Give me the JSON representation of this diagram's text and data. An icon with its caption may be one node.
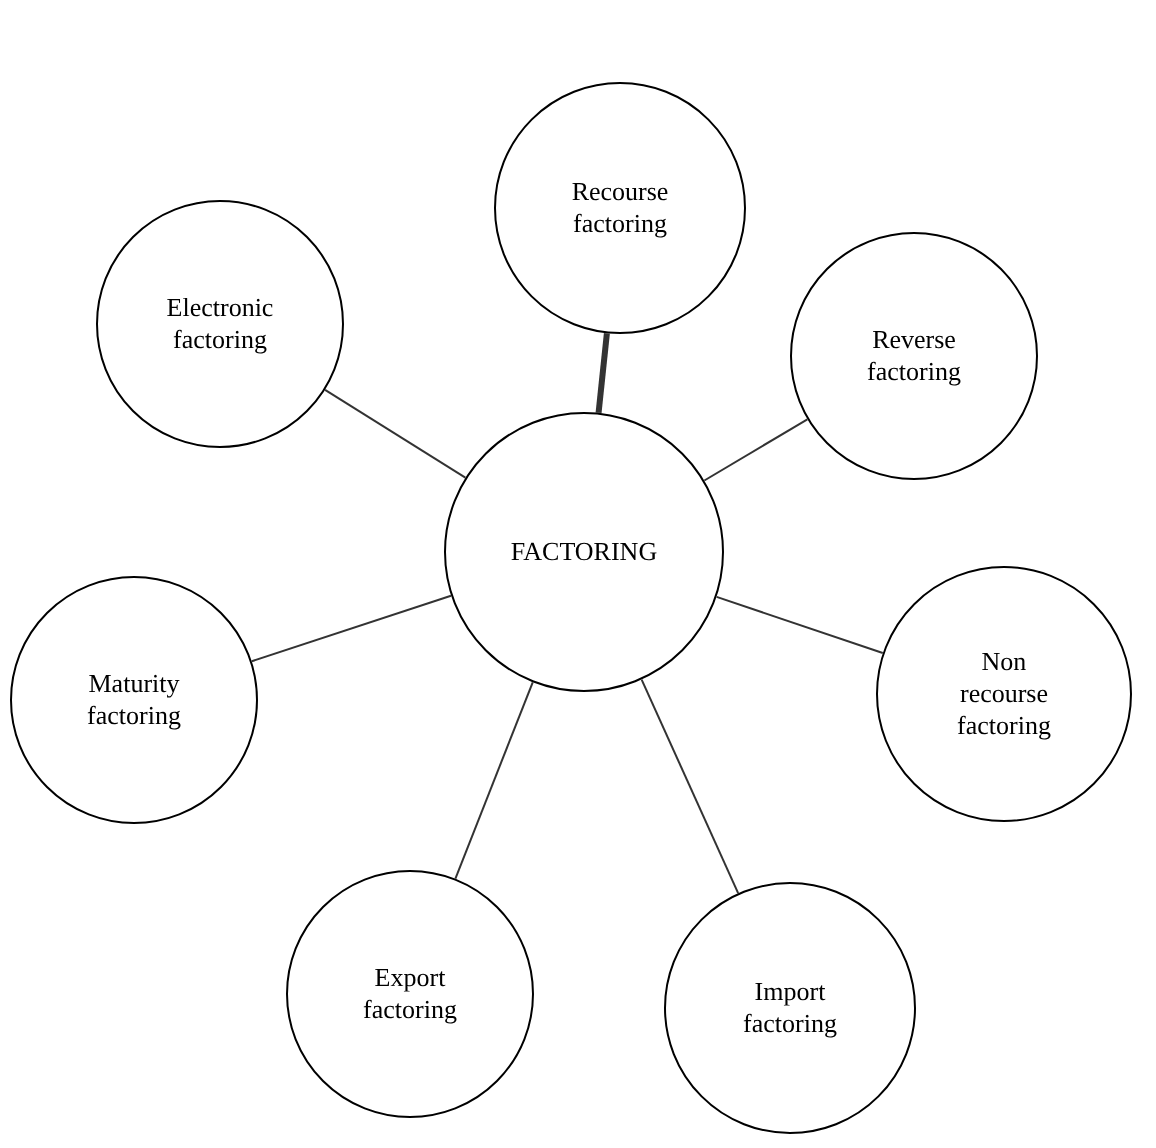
{
  "diagram": {
    "nodes": [
      {
        "text": [
          "Recourse factoring"
        ]
      },
      {
        "text": [
          "Electronic factoring"
        ]
      },
      {
        "text": [
          "Reverse factoring"
        ]
      },
      {
        "text": [
          "FACTORING"
        ]
      },
      {
        "text": [
          "Maturity factoring"
        ]
      },
      {
        "text": [
          "Non recourse factoring"
        ]
      },
      {
        "text": [
          "Export factoring"
        ]
      },
      {
        "text": [
          "Import factoring"
        ]
      }
    ],
    "edges": [
      {
        "from": 3,
        "to": 0,
        "arrow": "none",
        "style": "thick"
      },
      {
        "from": 3,
        "to": 1,
        "arrow": "none"
      },
      {
        "from": 3,
        "to": 2,
        "arrow": "none"
      },
      {
        "from": 3,
        "to": 4,
        "arrow": "none"
      },
      {
        "from": 3,
        "to": 5,
        "arrow": "none"
      },
      {
        "from": 3,
        "to": 6,
        "arrow": "none"
      },
      {
        "from": 3,
        "to": 7,
        "arrow": "none"
      }
    ]
  }
}
